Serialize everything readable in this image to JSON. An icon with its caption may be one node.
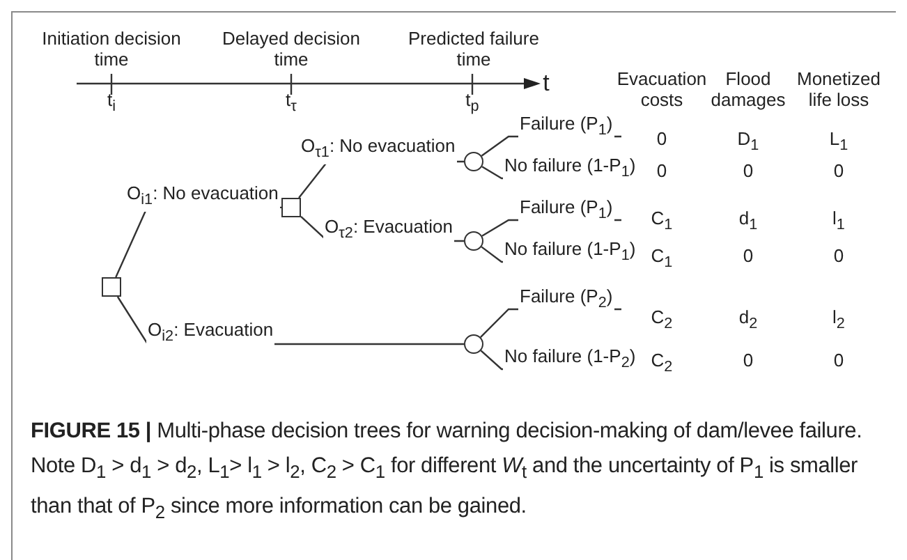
{
  "diagram": {
    "caption": "**FIGURE 15 |** Multi-phase decision trees for warning decision-making of dam/levee failure. Note D$_{1}$ > d$_{1}$ > d$_{2}$, L$_{1}$> l$_{1}$ > l$_{2}$, C$_{2}$ > C$_{1}$ for different *W*$_{t}$ and the uncertainty of P$_{1}$ is smaller than that of P$_{2}$ since more information can be gained.",
    "nodes": [
      {
        "text": [],
        "shape": "box"
      },
      {
        "text": [],
        "shape": "box"
      },
      {
        "text": [],
        "shape": "circle"
      },
      {
        "text": [],
        "shape": "circle"
      },
      {
        "text": [],
        "shape": "circle"
      }
    ],
    "edges": [
      {
        "from": 0,
        "to": 1,
        "arrow": "none",
        "label": "O$_{i1}$: No evacuation"
      },
      {
        "from": 0,
        "to": 4,
        "arrow": "none",
        "label": "O$_{i2}$: Evacuation"
      },
      {
        "from": 1,
        "to": 2,
        "arrow": "none",
        "label": "O$_{τ1}$: No evacuation"
      },
      {
        "from": 1,
        "to": 3,
        "arrow": "none",
        "label": "O$_{τ2}$: Evacuation"
      },
      {
        "from": 2,
        "to": null,
        "arrow": "none",
        "label": "Failure (P$_{1}$)"
      },
      {
        "from": 2,
        "to": null,
        "arrow": "none",
        "label": "No failure (1-P$_{1}$)"
      },
      {
        "from": 3,
        "to": null,
        "arrow": "none",
        "label": "Failure (P$_{1}$)"
      },
      {
        "from": 3,
        "to": null,
        "arrow": "none",
        "label": "No failure (1-P$_{1}$)"
      },
      {
        "from": 4,
        "to": null,
        "arrow": "none",
        "label": "Failure (P$_{2}$)"
      },
      {
        "from": 4,
        "to": null,
        "arrow": "none",
        "label": "No failure (1-P$_{2}$)"
      }
    ],
    "labels": [
      "Initiation decision time",
      "Delayed decision time",
      "Predicted failure time",
      "t$_{i}$",
      "t$_{τ}$",
      "t$_{p}$",
      "t",
      "Evacuation costs",
      "Flood damages",
      "Monetized life loss",
      "0",
      "D$_{1}$",
      "L$_{1}$",
      "0",
      "0",
      "0",
      "C$_{1}$",
      "d$_{1}$",
      "l$_{1}$",
      "C$_{1}$",
      "0",
      "0",
      "C$_{2}$",
      "d$_{2}$",
      "l$_{2}$",
      "C$_{2}$",
      "0",
      "0"
    ]
  }
}
